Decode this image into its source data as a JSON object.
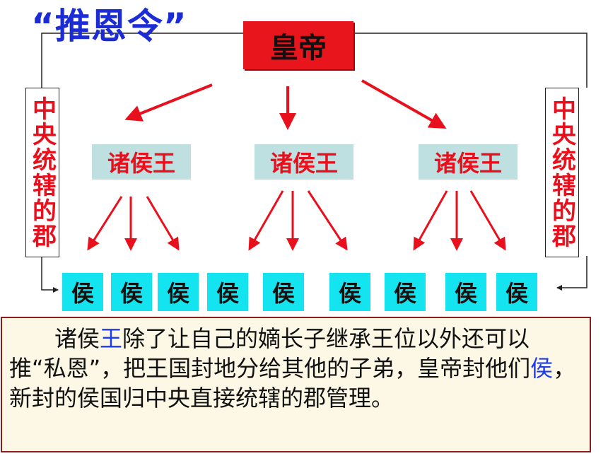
{
  "title": "“推恩令”",
  "emperor": "皇帝",
  "side_left": "中央统辖的郡",
  "side_right": "中央统辖的郡",
  "kings": [
    "诸侯王",
    "诸侯王",
    "诸侯王"
  ],
  "hou": [
    "侯",
    "侯",
    "侯",
    "侯",
    "侯",
    "侯",
    "侯",
    "侯",
    "侯"
  ],
  "note": {
    "part1": "诸侯",
    "part2": "王",
    "part3": "除了让自己的嫡长子继承王位以外还可以推“私恩”，把王国封地分给其他的子弟，皇帝封他们",
    "part4": "侯",
    "part5": "，新封的侯国归中央直接统辖的郡管理。"
  },
  "colors": {
    "title": "#1b2bd6",
    "emperor_box": "#e8151d",
    "arrows": "#e8101c",
    "king_box": "#bfe0e0",
    "hou_box": "#13e4ef",
    "note_border": "#8b1d1d",
    "highlight": "#1b3bf0"
  }
}
